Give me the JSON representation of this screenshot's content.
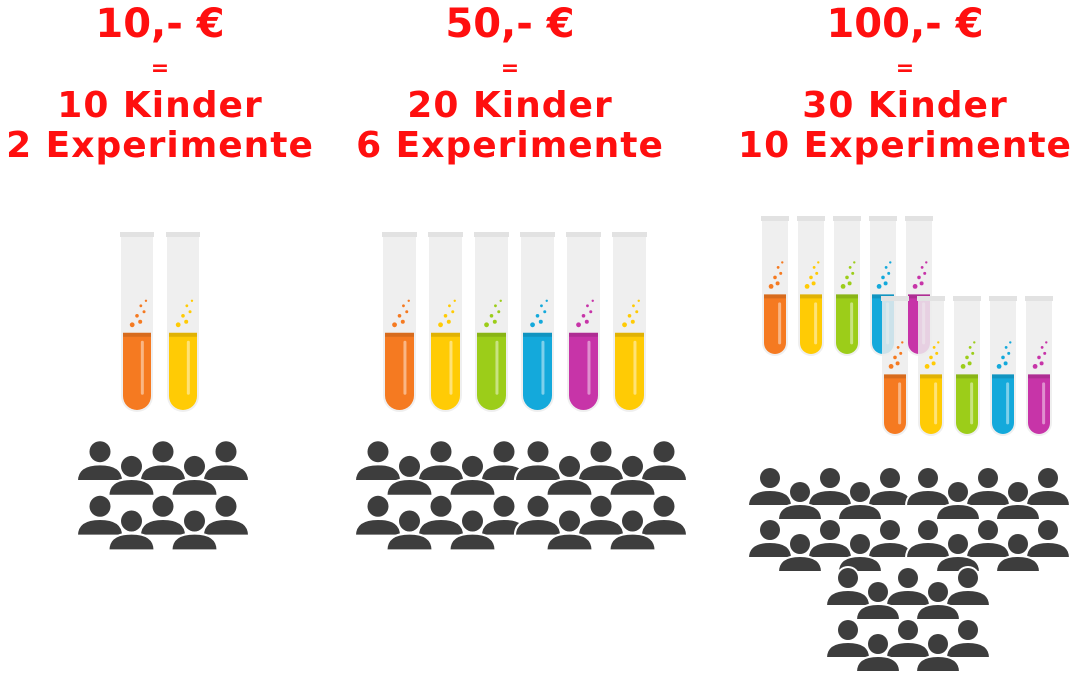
{
  "colors": {
    "heading": "#ff0f0f",
    "people": "#3d3d3d",
    "tubes": [
      "#f57a21",
      "#ffcb05",
      "#9ccd19",
      "#14a9db",
      "#c734a8",
      "#ffcb05"
    ]
  },
  "icons": {
    "tube": "test-tube-icon",
    "person": "person-icon"
  },
  "tiers": [
    {
      "price": "10,- €",
      "equals": "=",
      "children": "10 Kinder",
      "experiments": "2 Experimente",
      "child_count": 10,
      "experiment_count": 2
    },
    {
      "price": "50,- €",
      "equals": "=",
      "children": "20 Kinder",
      "experiments": "6 Experimente",
      "child_count": 20,
      "experiment_count": 6
    },
    {
      "price": "100,- €",
      "equals": "=",
      "children": "30 Kinder",
      "experiments": "10 Experimente",
      "child_count": 30,
      "experiment_count": 10
    }
  ]
}
